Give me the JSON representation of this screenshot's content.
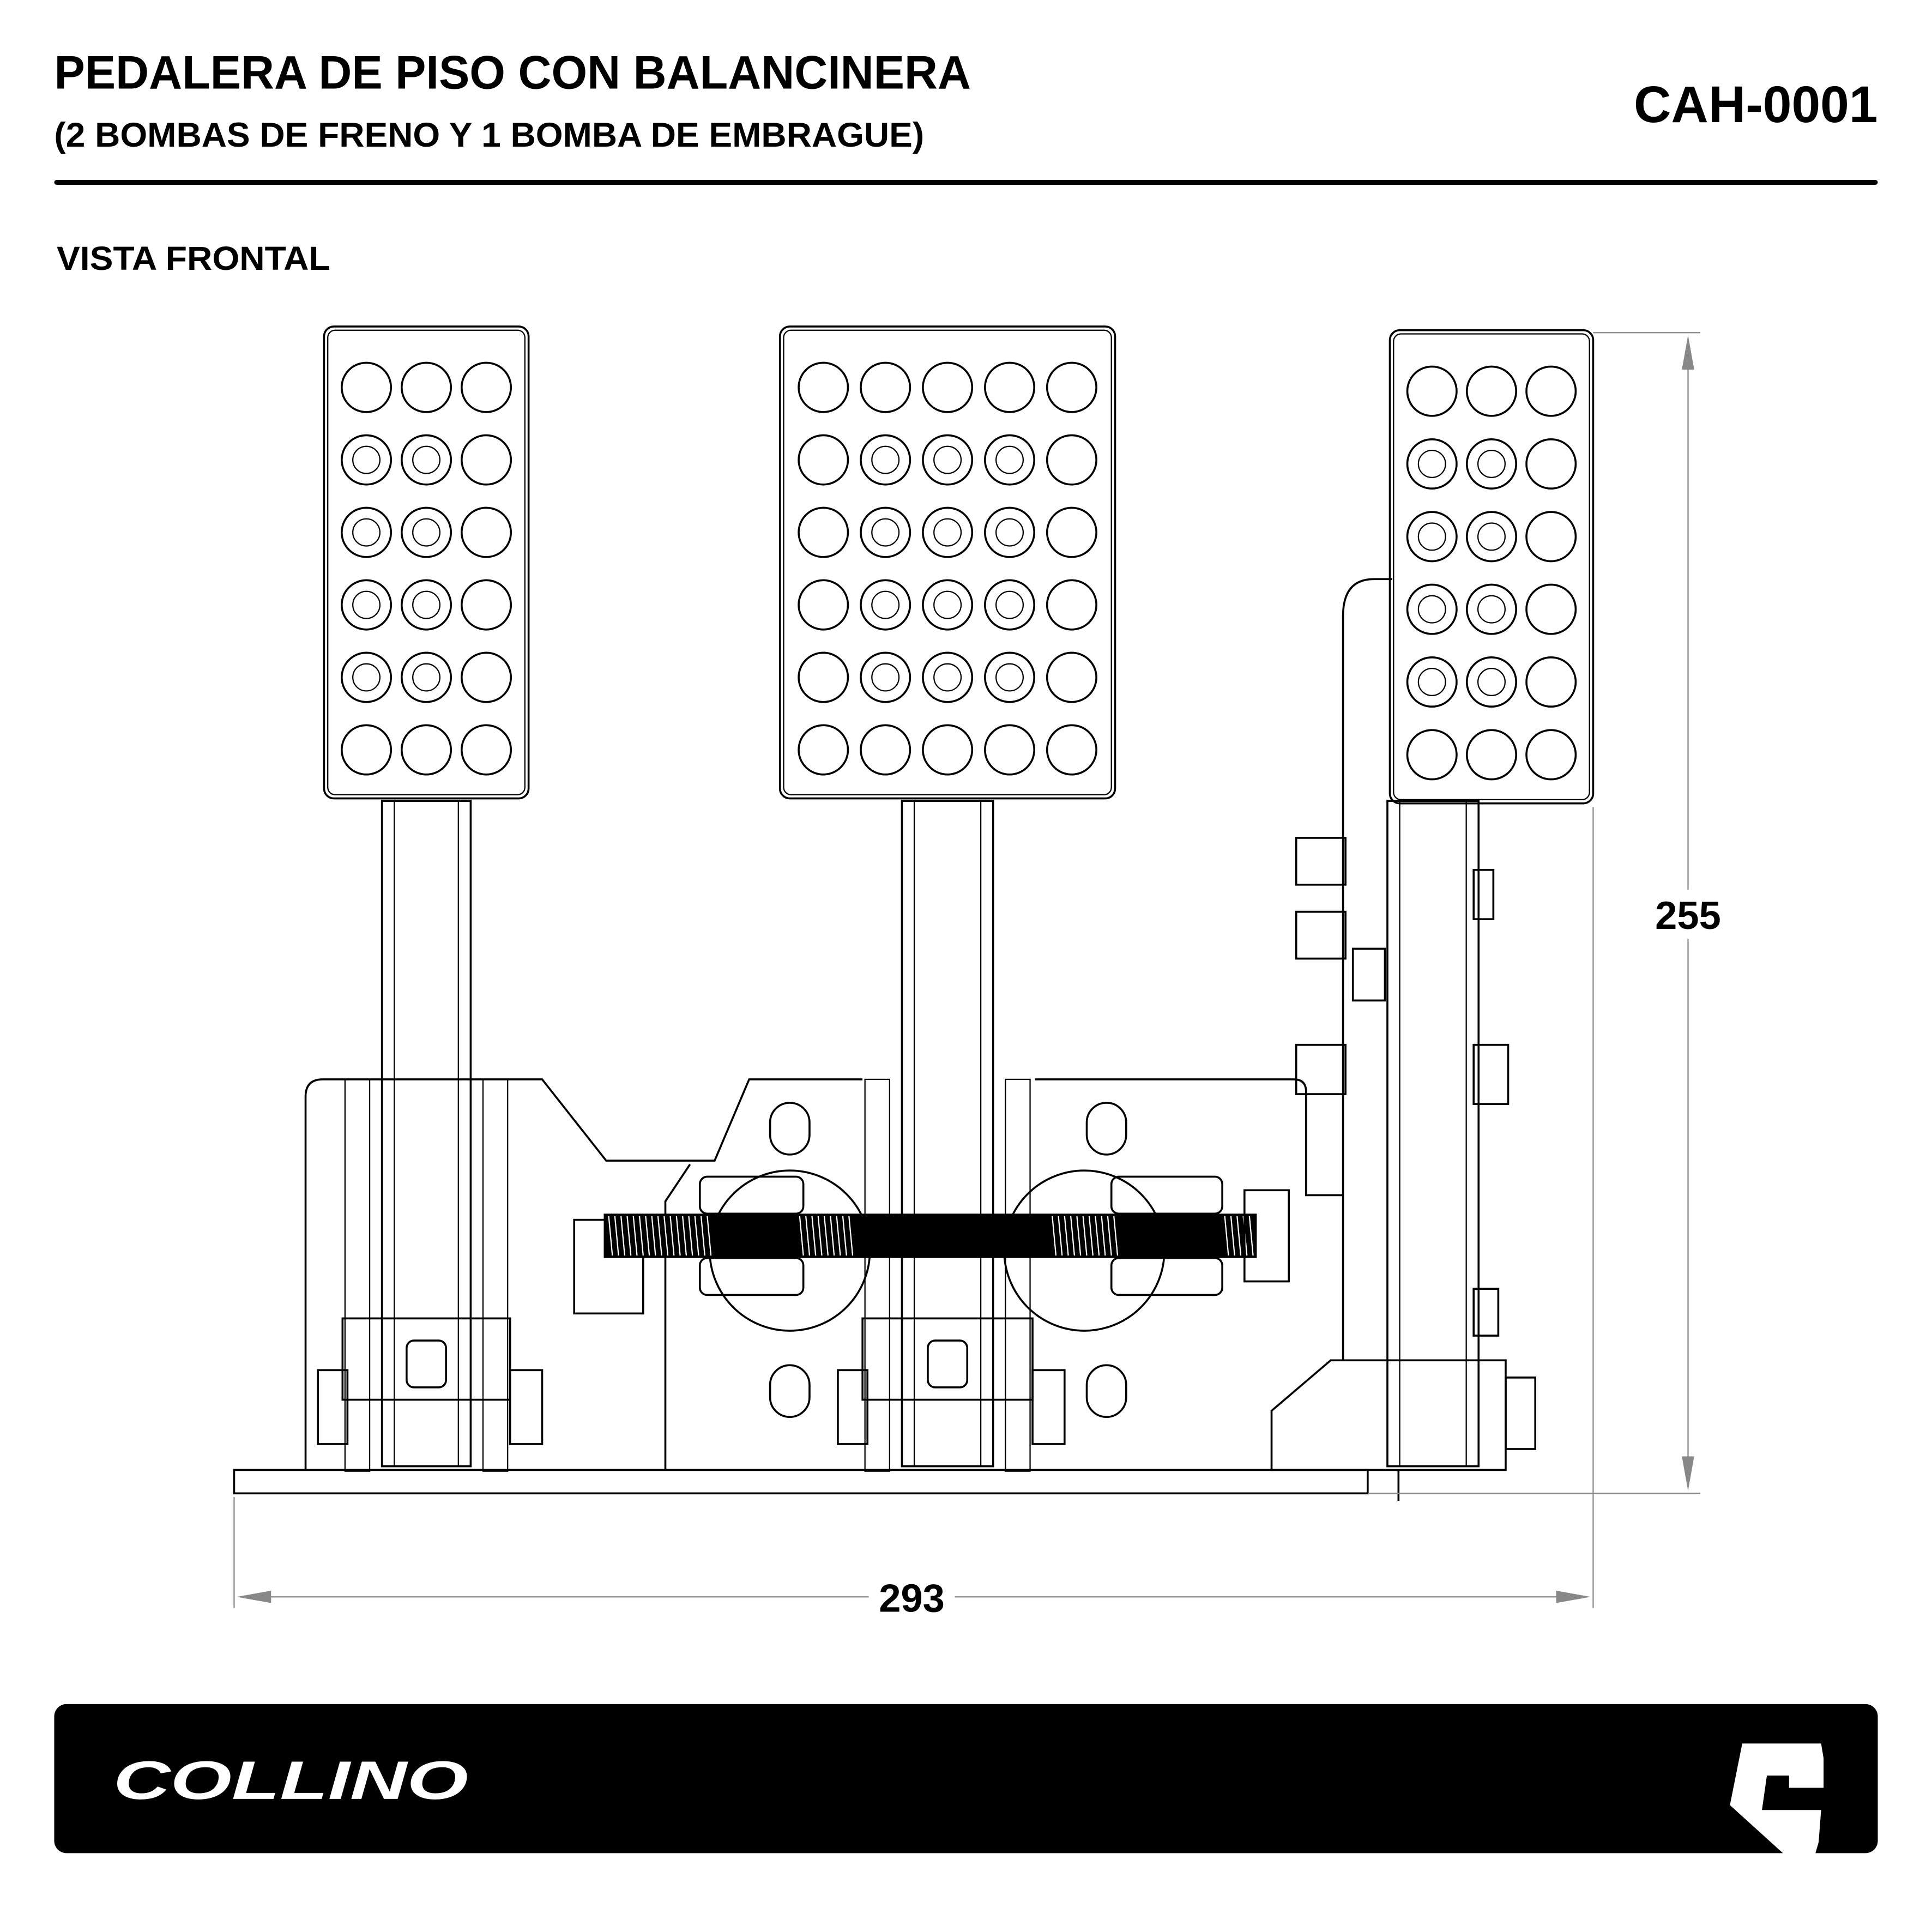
{
  "header": {
    "title": "PEDALERA DE PISO CON BALANCINERA",
    "subtitle": "(2 BOMBAS DE FRENO Y 1 BOMBA DE EMBRAGUE)",
    "code": "CAH-0001"
  },
  "view_label": "VISTA FRONTAL",
  "dimensions": {
    "height": "255",
    "width": "293"
  },
  "footer": {
    "brand": "COLLINO",
    "brand_mark": "C",
    "background": "#000000",
    "foreground": "#ffffff"
  }
}
